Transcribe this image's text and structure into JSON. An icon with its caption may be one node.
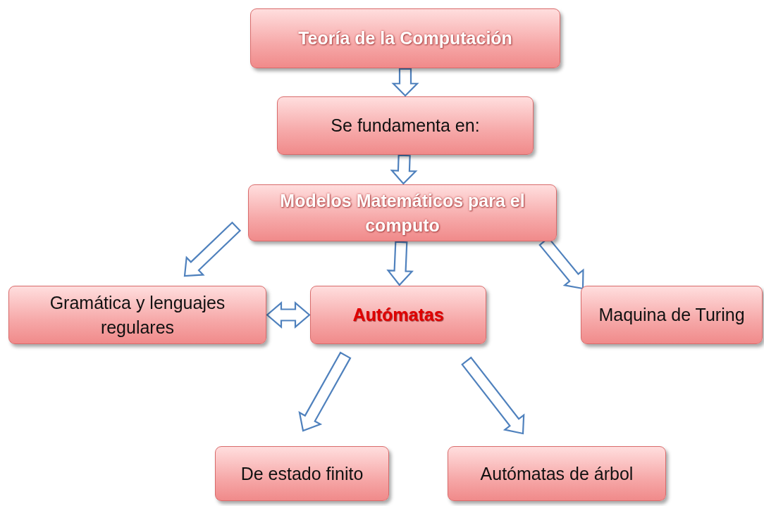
{
  "diagram": {
    "nodes": [
      {
        "text": [
          "Teoría de la Computación"
        ]
      },
      {
        "text": [
          "Se fundamenta en:"
        ]
      },
      {
        "text": [
          "Modelos Matemáticos para el computo"
        ]
      },
      {
        "text": [
          "Gramática y lenguajes regulares"
        ]
      },
      {
        "text": [
          "Autómatas"
        ]
      },
      {
        "text": [
          "Maquina de Turing"
        ]
      },
      {
        "text": [
          "De estado finito"
        ]
      },
      {
        "text": [
          "Autómatas de árbol"
        ]
      }
    ],
    "edges": [
      {
        "from": 0,
        "to": 1,
        "arrow": "to"
      },
      {
        "from": 1,
        "to": 2,
        "arrow": "to"
      },
      {
        "from": 2,
        "to": 3,
        "arrow": "to"
      },
      {
        "from": 2,
        "to": 4,
        "arrow": "to"
      },
      {
        "from": 2,
        "to": 5,
        "arrow": "to"
      },
      {
        "from": 3,
        "to": 4,
        "arrow": "both"
      },
      {
        "from": 4,
        "to": 6,
        "arrow": "to"
      },
      {
        "from": 4,
        "to": 7,
        "arrow": "to"
      }
    ]
  }
}
